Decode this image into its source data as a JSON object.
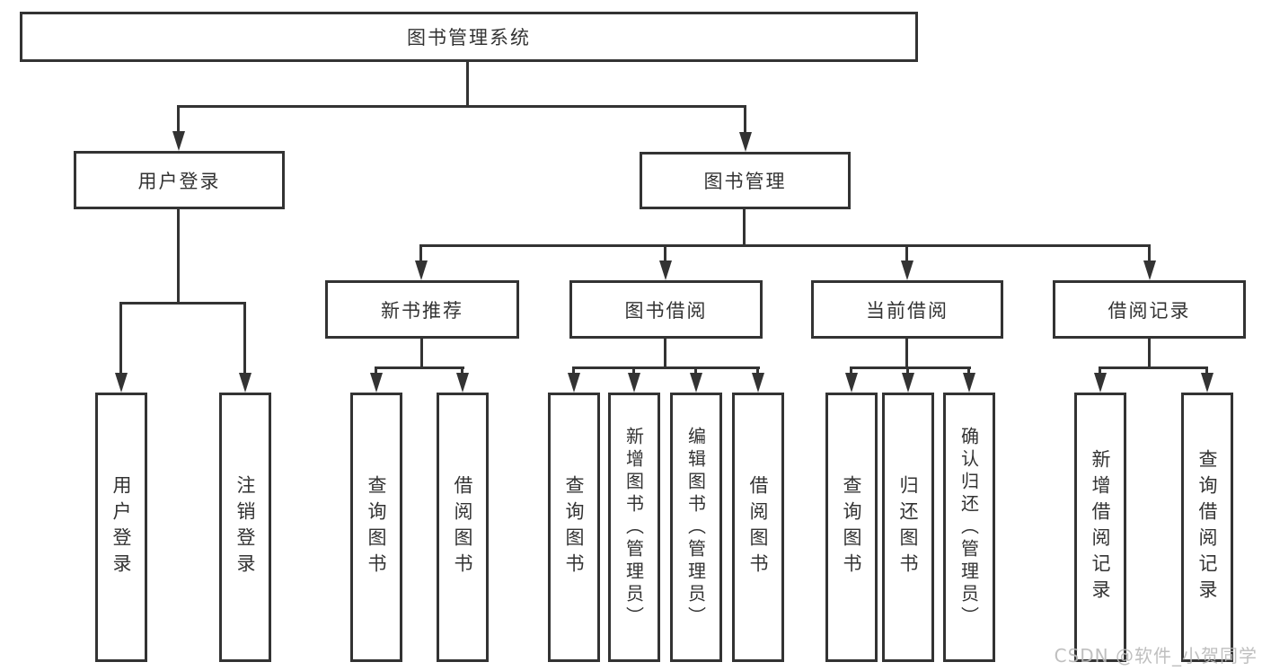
{
  "tree": {
    "label": "图书管理系统",
    "children": [
      {
        "label": "用户登录",
        "children": [
          {
            "label": "用户登录"
          },
          {
            "label": "注销登录"
          }
        ]
      },
      {
        "label": "图书管理",
        "children": [
          {
            "label": "新书推荐",
            "children": [
              {
                "label": "查询图书"
              },
              {
                "label": "借阅图书"
              }
            ]
          },
          {
            "label": "图书借阅",
            "children": [
              {
                "label": "查询图书"
              },
              {
                "label": "新增图书（管理员）"
              },
              {
                "label": "编辑图书（管理员）"
              },
              {
                "label": "借阅图书"
              }
            ]
          },
          {
            "label": "当前借阅",
            "children": [
              {
                "label": "查询图书"
              },
              {
                "label": "归还图书"
              },
              {
                "label": "确认归还（管理员）"
              }
            ]
          },
          {
            "label": "借阅记录",
            "children": [
              {
                "label": "新增借阅记录"
              },
              {
                "label": "查询借阅记录"
              }
            ]
          }
        ]
      }
    ]
  },
  "watermark": "CSDN @软件_小贺同学",
  "colors": {
    "line": "#333333",
    "text": "#333333",
    "background": "#ffffff",
    "watermark": "#b9b9b9"
  }
}
